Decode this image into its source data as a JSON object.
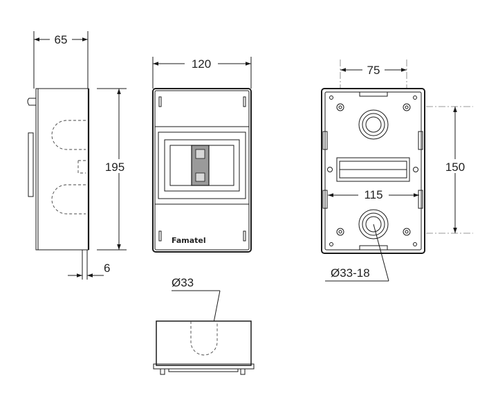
{
  "dimensions": {
    "depth": "65",
    "height": "195",
    "width": "120",
    "wall": "6",
    "mount_hole_spacing": "75",
    "mount_height": "150",
    "rail_length": "115",
    "knockout_bottom": "Ø33",
    "knockout_back": "Ø33-18"
  },
  "front": {
    "brand": "Famatel"
  },
  "colors": {
    "line": "#1a1a1a",
    "breaker_gray": "#9a9a9a"
  }
}
